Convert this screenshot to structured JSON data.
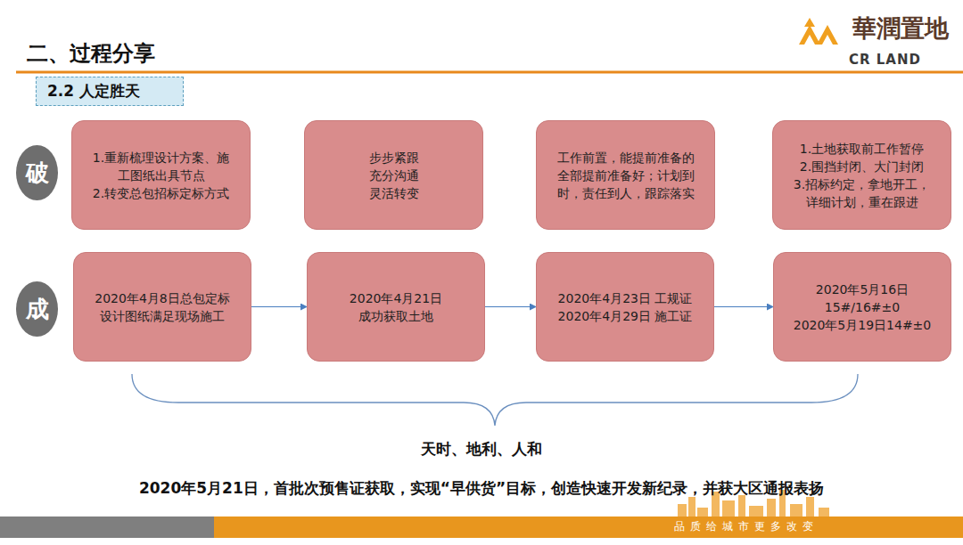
{
  "diagram": {
    "title": "二、过程分享",
    "nodes": [
      {
        "text": [
          "2.2 人定胜天"
        ]
      },
      {
        "text": [
          "破"
        ]
      },
      {
        "text": [
          "1.重新梳理设计方案、施工图纸出具节点",
          "2.转变总包招标定标方式"
        ]
      },
      {
        "text": [
          "步步紧跟",
          "充分沟通",
          "灵活转变"
        ]
      },
      {
        "text": [
          "工作前置，能提前准备的全部提前准备好；计划到时，责任到人，跟踪落实"
        ]
      },
      {
        "text": [
          "1.土地获取前工作暂停",
          "2.围挡封闭、大门封闭",
          "3.招标约定，拿地开工，详细计划，重在跟进"
        ]
      },
      {
        "text": [
          "成"
        ]
      },
      {
        "text": [
          "2020年4月8日总包定标",
          "设计图纸满足现场施工"
        ]
      },
      {
        "text": [
          "2020年4月21日",
          "成功获取土地"
        ]
      },
      {
        "text": [
          "2020年4月23日 工规证",
          "2020年4月29日 施工证"
        ]
      },
      {
        "text": [
          "2020年5月16日",
          "15#/16#±0",
          "2020年5月19日14#±0"
        ]
      }
    ],
    "edges": [
      {
        "from": 7,
        "to": 8,
        "arrow": "to"
      },
      {
        "from": 8,
        "to": 9,
        "arrow": "to"
      },
      {
        "from": 9,
        "to": 10,
        "arrow": "to"
      }
    ],
    "labels": [
      "華潤置地",
      "CR LAND",
      "天时、地利、人和",
      "2020年5月21日，首批次预售证获取，实现“早供货”目标，创造快速开发新纪录，并获大区通报表扬",
      "品质给城市更多改变"
    ]
  }
}
